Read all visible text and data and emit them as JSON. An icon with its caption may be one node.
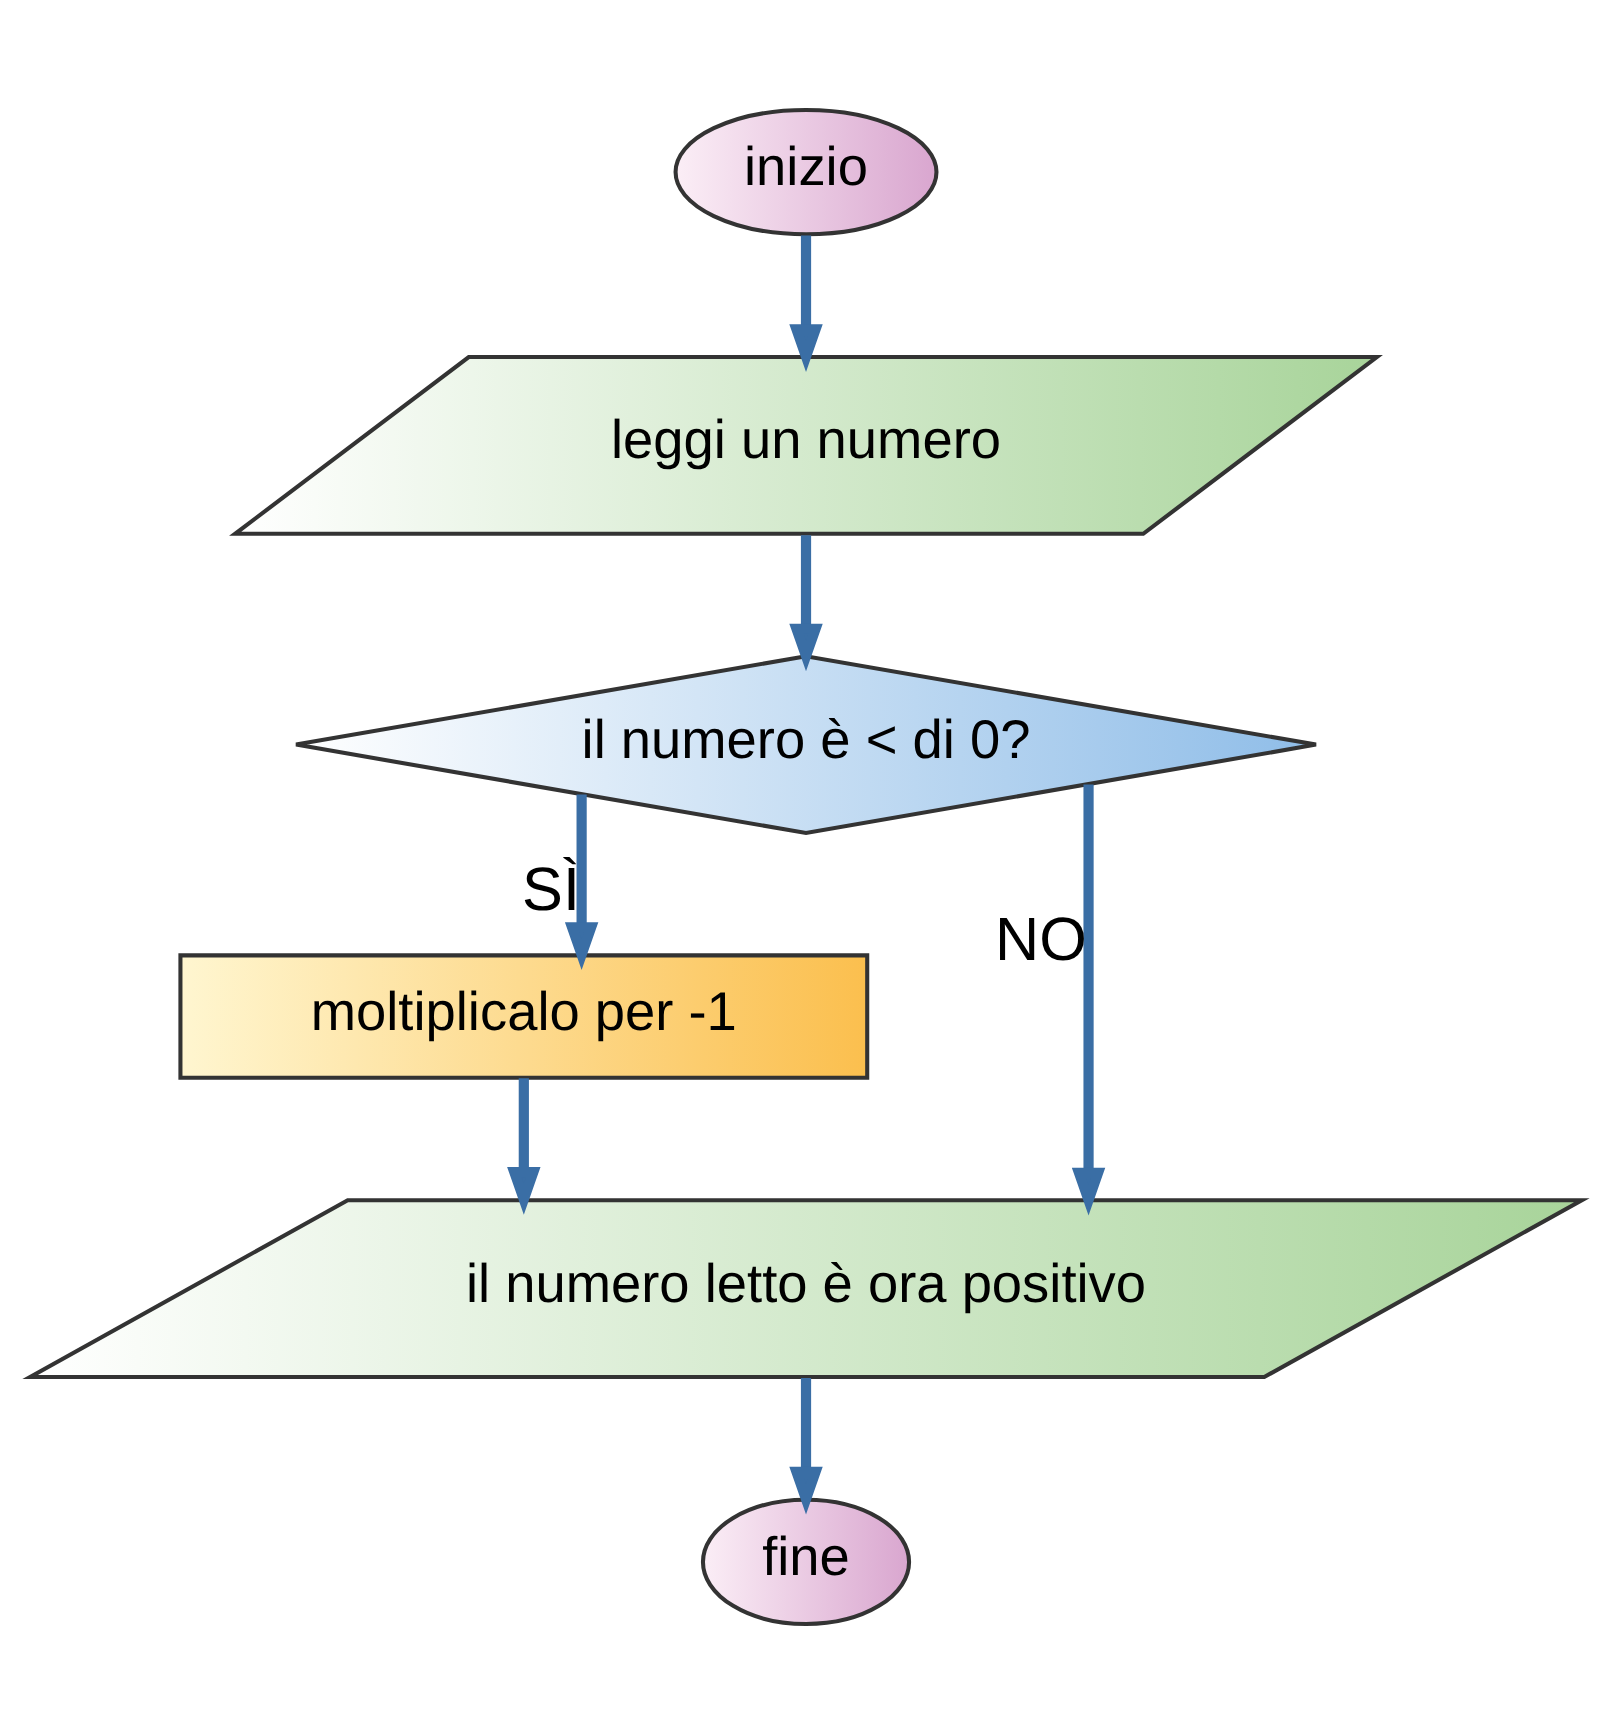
{
  "diagram": {
    "nodes": [
      {
        "text": [
          "inizio"
        ]
      },
      {
        "text": [
          "leggi un numero"
        ]
      },
      {
        "text": [
          "il numero è < di 0?"
        ]
      },
      {
        "text": [
          "moltiplicalo per -1"
        ]
      },
      {
        "text": [
          "il numero letto è ora positivo"
        ]
      },
      {
        "text": [
          "fine"
        ]
      }
    ],
    "edges": [
      {
        "from": 0,
        "to": 1,
        "arrow": "to"
      },
      {
        "from": 1,
        "to": 2,
        "arrow": "to"
      },
      {
        "from": 2,
        "to": 3,
        "arrow": "to",
        "label": "SÌ"
      },
      {
        "from": 2,
        "to": 4,
        "arrow": "to",
        "label": "NO"
      },
      {
        "from": 3,
        "to": 4,
        "arrow": "to"
      },
      {
        "from": 4,
        "to": 5,
        "arrow": "to"
      }
    ]
  }
}
